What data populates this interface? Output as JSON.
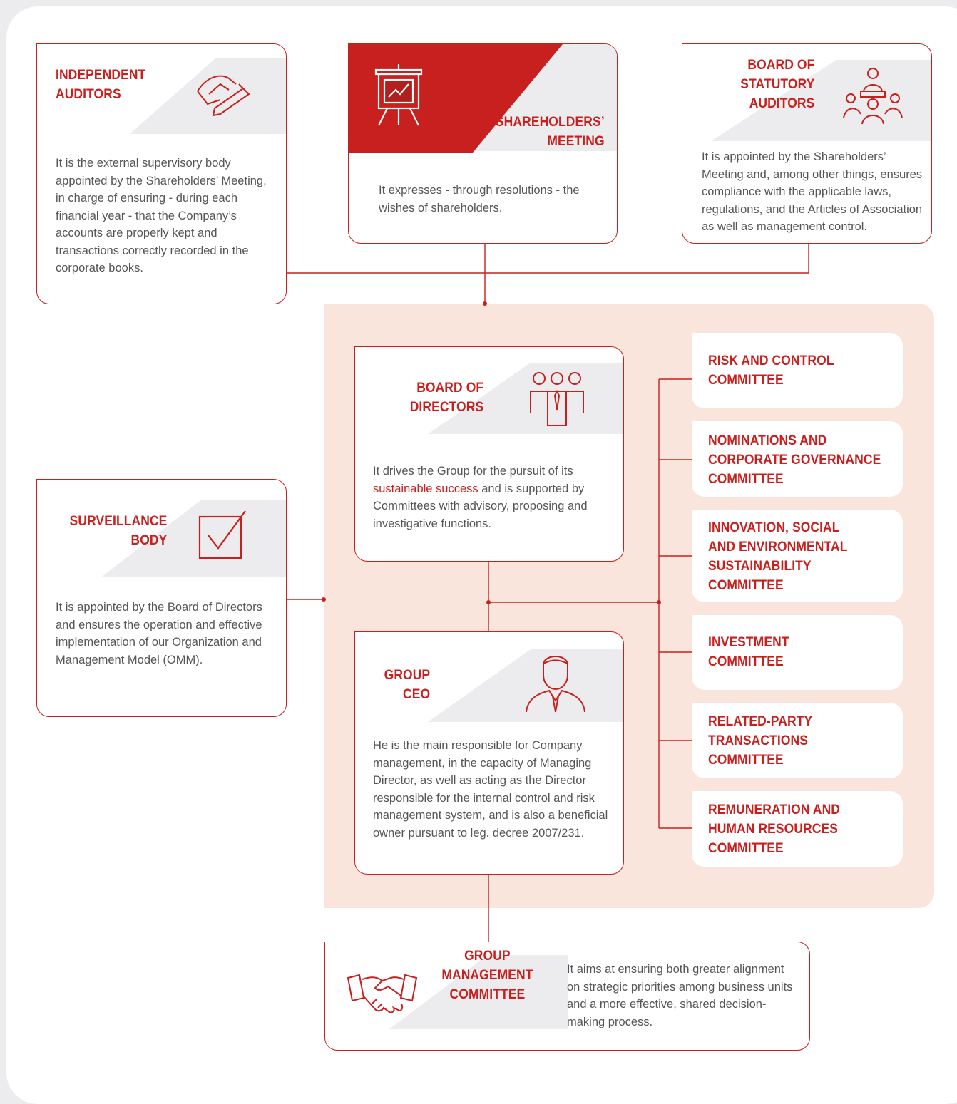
{
  "colors": {
    "accent": "#c8201e",
    "panel": "#f9e5dc",
    "band": "#ececee",
    "text": "#565656"
  },
  "independent_auditors": {
    "title": "INDEPENDENT\nAUDITORS",
    "description": "It is the external supervisory body appointed by the Shareholders’ Meeting, in charge of ensuring - during each financial year - that the Company’s accounts are properly kept and transactions correctly recorded in the corporate books.",
    "icon": "signing-hand-icon"
  },
  "shareholders_meeting": {
    "title": "SHAREHOLDERS’\nMEETING",
    "description": "It expresses - through resolutions - the wishes of shareholders.",
    "icon": "presentation-board-icon"
  },
  "statutory_auditors": {
    "title": "BOARD OF\nSTATUTORY\nAUDITORS",
    "description": "It is appointed by the Shareholders’ Meeting and, among other things, ensures compliance with the applicable laws, regulations, and the Articles of Association as well as management control.",
    "icon": "meeting-table-icon"
  },
  "board_of_directors": {
    "title": "BOARD OF\nDIRECTORS",
    "description_before": "It drives the Group for the pursuit of its ",
    "description_highlight": "sustainable success",
    "description_after": " and is supported by Committees with advisory, proposing and investigative functions.",
    "icon": "group-people-icon"
  },
  "surveillance_body": {
    "title": "SURVEILLANCE\nBODY",
    "description": "It is appointed by the Board of Directors and ensures the operation and effective implementation of our Organization and Management Model (OMM).",
    "icon": "checkbox-icon"
  },
  "group_ceo": {
    "title": "GROUP\nCEO",
    "description": "He is the main responsible for Company management, in the capacity of Managing Director, as well as acting as the Director responsible for the internal control and risk management system, and is also a beneficial owner pursuant to leg. decree 2007/231.",
    "icon": "businessman-icon"
  },
  "group_management_committee": {
    "title": "GROUP\nMANAGEMENT\nCOMMITTEE",
    "description": "It aims at ensuring both greater alignment on strategic priorities among business units and a more effective, shared decision-making process.",
    "icon": "handshake-icon"
  },
  "committees": [
    "RISK AND CONTROL\nCOMMITTEE",
    "NOMINATIONS AND\nCORPORATE GOVERNANCE\nCOMMITTEE",
    "INNOVATION, SOCIAL\nAND ENVIRONMENTAL\nSUSTAINABILITY\nCOMMITTEE",
    "INVESTMENT\nCOMMITTEE",
    "RELATED-PARTY\nTRANSACTIONS\nCOMMITTEE",
    "REMUNERATION AND\nHUMAN RESOURCES\nCOMMITTEE"
  ]
}
